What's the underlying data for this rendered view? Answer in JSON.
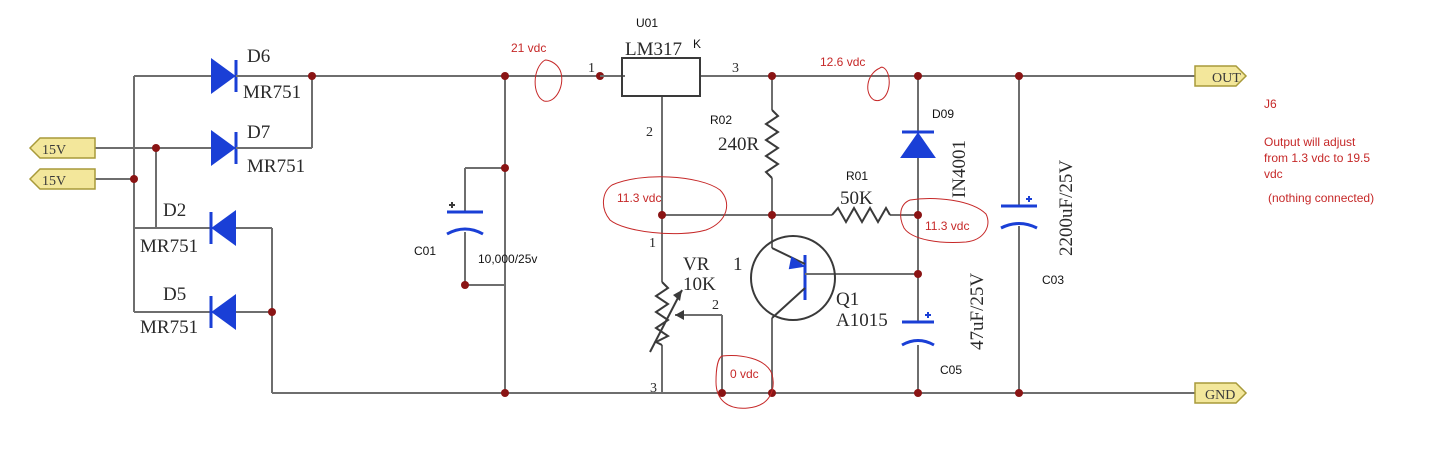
{
  "ports": {
    "in1": "15V",
    "in2": "15V",
    "out": "OUT",
    "gnd": "GND"
  },
  "components": {
    "d6": {
      "ref": "D6",
      "part": "MR751"
    },
    "d7": {
      "ref": "D7",
      "part": "MR751"
    },
    "d2": {
      "ref": "D2",
      "part": "MR751"
    },
    "d5": {
      "ref": "D5",
      "part": "MR751"
    },
    "c01": {
      "ref": "C01",
      "value": "10,000/25v"
    },
    "u01": {
      "ref": "U01",
      "part": "LM317",
      "suffix": "K",
      "pin1": "1",
      "pin2": "2",
      "pin3": "3"
    },
    "r02": {
      "ref": "R02",
      "value": "240R"
    },
    "r01": {
      "ref": "R01",
      "value": "50K"
    },
    "vr": {
      "ref": "VR",
      "value": "10K",
      "pin1": "1",
      "pin2": "2",
      "pin3": "3"
    },
    "q1": {
      "ref": "Q1",
      "part": "A1015",
      "pin": "1"
    },
    "d09": {
      "ref": "D09",
      "part": "IN4001"
    },
    "c05": {
      "ref": "C05",
      "value": "47uF/25V"
    },
    "c03": {
      "ref": "C03",
      "value": "2200uF/25V"
    },
    "j6": {
      "ref": "J6"
    }
  },
  "annotations": {
    "v_in": "21 vdc",
    "v_out": "12.6 vdc",
    "v_adj": "11.3 vdc",
    "v_r01": "11.3 vdc",
    "v_gnd": "0 vdc",
    "note_line1": "Output will adjust",
    "note_line2": "from 1.3 vdc to 19.5",
    "note_line3": "vdc",
    "note_line4": "(nothing connected)"
  }
}
